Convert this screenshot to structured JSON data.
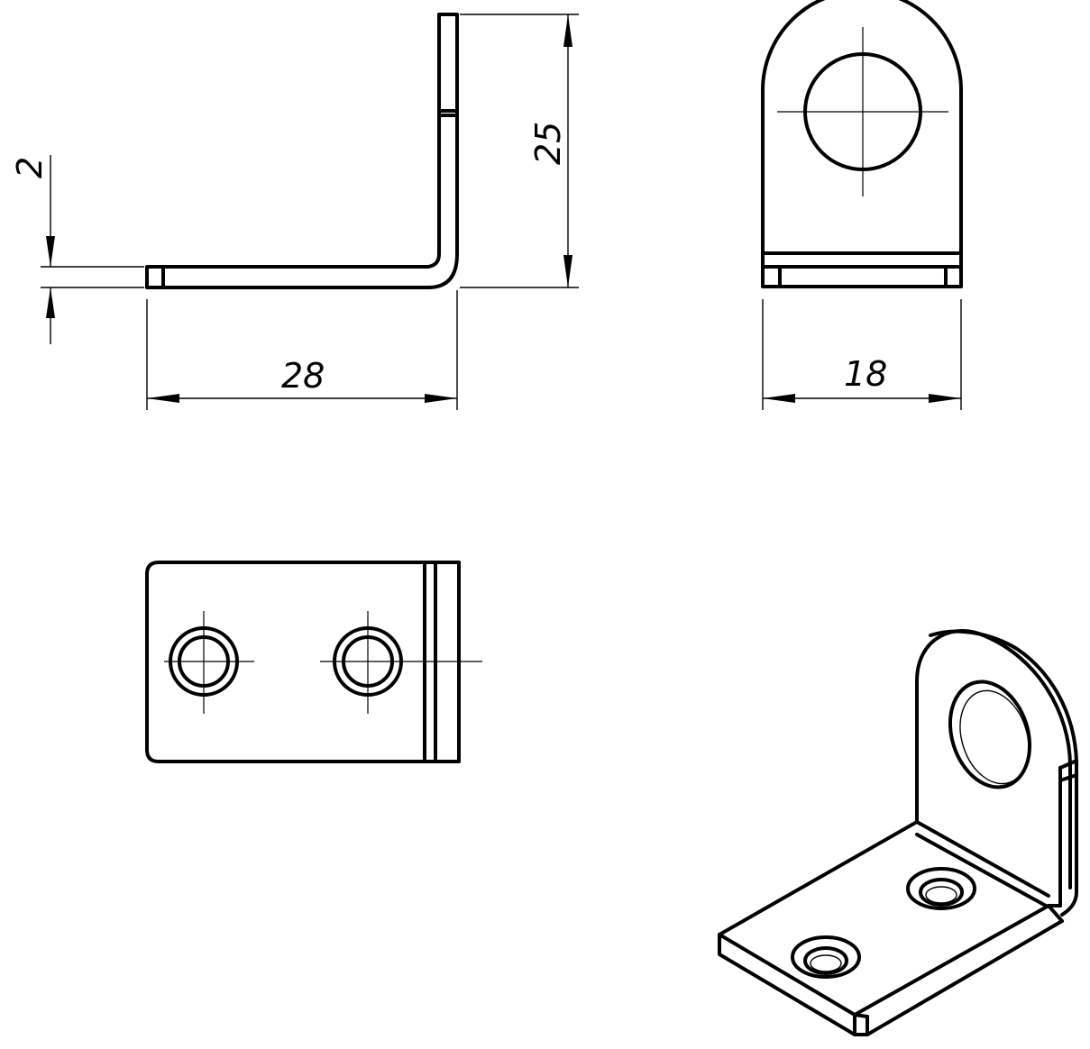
{
  "drawing": {
    "views": [
      "front-view",
      "side-view",
      "top-view",
      "isometric-view"
    ],
    "dimensions": {
      "thickness": "2",
      "height": "25",
      "length": "28",
      "width": "18"
    }
  }
}
